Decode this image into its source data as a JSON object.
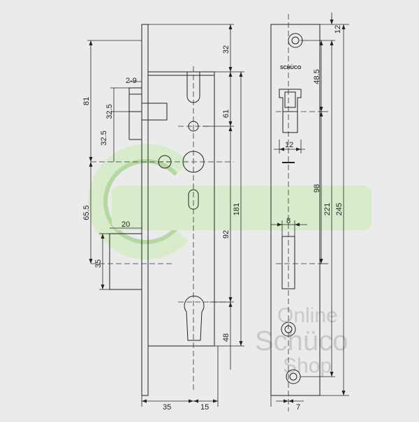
{
  "drawing": {
    "brand_label": "SCHÜCO",
    "dimensions": {
      "top_32": "32",
      "height_81": "81",
      "offset_2_9": "2-9",
      "latch_32_5": "32.5",
      "latch_32_5_b": "32.5",
      "spacing_61": "61",
      "length_181": "181",
      "spacing_92": "92",
      "cyl_48": "48",
      "follower_65_5": "65.5",
      "width_20": "20",
      "bolt_35": "35",
      "backset_35": "35",
      "case_15": "15",
      "plate_12_top": "12",
      "plate_48_5": "48.5",
      "plate_12_width": "12",
      "plate_98": "98",
      "plate_8": "8",
      "plate_221": "221",
      "plate_245": "245",
      "plate_7": "7"
    }
  },
  "watermark": {
    "line1": "Online",
    "line2": "Schüco",
    "line3": "Shop",
    "color": "#c9c9c9"
  },
  "logo": {
    "green": "#79c251",
    "light_green": "#d5ecc6"
  }
}
